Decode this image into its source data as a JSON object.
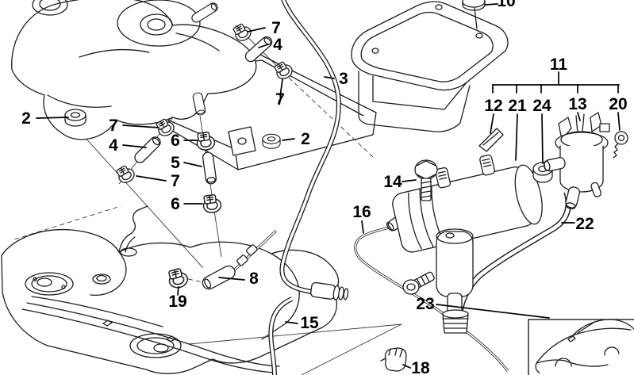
{
  "diagram": {
    "kind": "exploded-parts-diagram",
    "colors": {
      "background": "#ffffff",
      "line": "#1c1c1c",
      "label": "#000000"
    },
    "callouts": [
      {
        "label": "2",
        "part": "grommet"
      },
      {
        "label": "7",
        "part": "hose-clamp"
      },
      {
        "label": "4",
        "part": "breather-hose"
      },
      {
        "label": "6",
        "part": "hose-clamp"
      },
      {
        "label": "5",
        "part": "vent-hose"
      },
      {
        "label": "7",
        "part": "hose-clamp"
      },
      {
        "label": "6",
        "part": "hose-clamp"
      },
      {
        "label": "7",
        "part": "hose-clamp"
      },
      {
        "label": "4",
        "part": "breather-hose"
      },
      {
        "label": "7",
        "part": "hose-clamp"
      },
      {
        "label": "3",
        "part": "long-vent-hose"
      },
      {
        "label": "2",
        "part": "grommet"
      },
      {
        "label": "10",
        "part": "cap"
      },
      {
        "label": "11",
        "part": "canister-assembly-group"
      },
      {
        "label": "12",
        "part": "buffer-wedge"
      },
      {
        "label": "21",
        "part": "bracket-tab"
      },
      {
        "label": "24",
        "part": "nut"
      },
      {
        "label": "13",
        "part": "fuel-filter-unit"
      },
      {
        "label": "20",
        "part": "screw"
      },
      {
        "label": "14",
        "part": "hex-bolt"
      },
      {
        "label": "16",
        "part": "vent-line"
      },
      {
        "label": "22",
        "part": "large-vent-tube"
      },
      {
        "label": "23",
        "part": "screw"
      },
      {
        "label": "8",
        "part": "connecting-hose"
      },
      {
        "label": "19",
        "part": "hose-clamp"
      },
      {
        "label": "15",
        "part": "long-vent-hose"
      },
      {
        "label": "18",
        "part": "retaining-clip"
      }
    ],
    "assembly_group": {
      "parent_label": "11",
      "member_labels": [
        "12",
        "21",
        "24",
        "13",
        "20"
      ]
    }
  }
}
